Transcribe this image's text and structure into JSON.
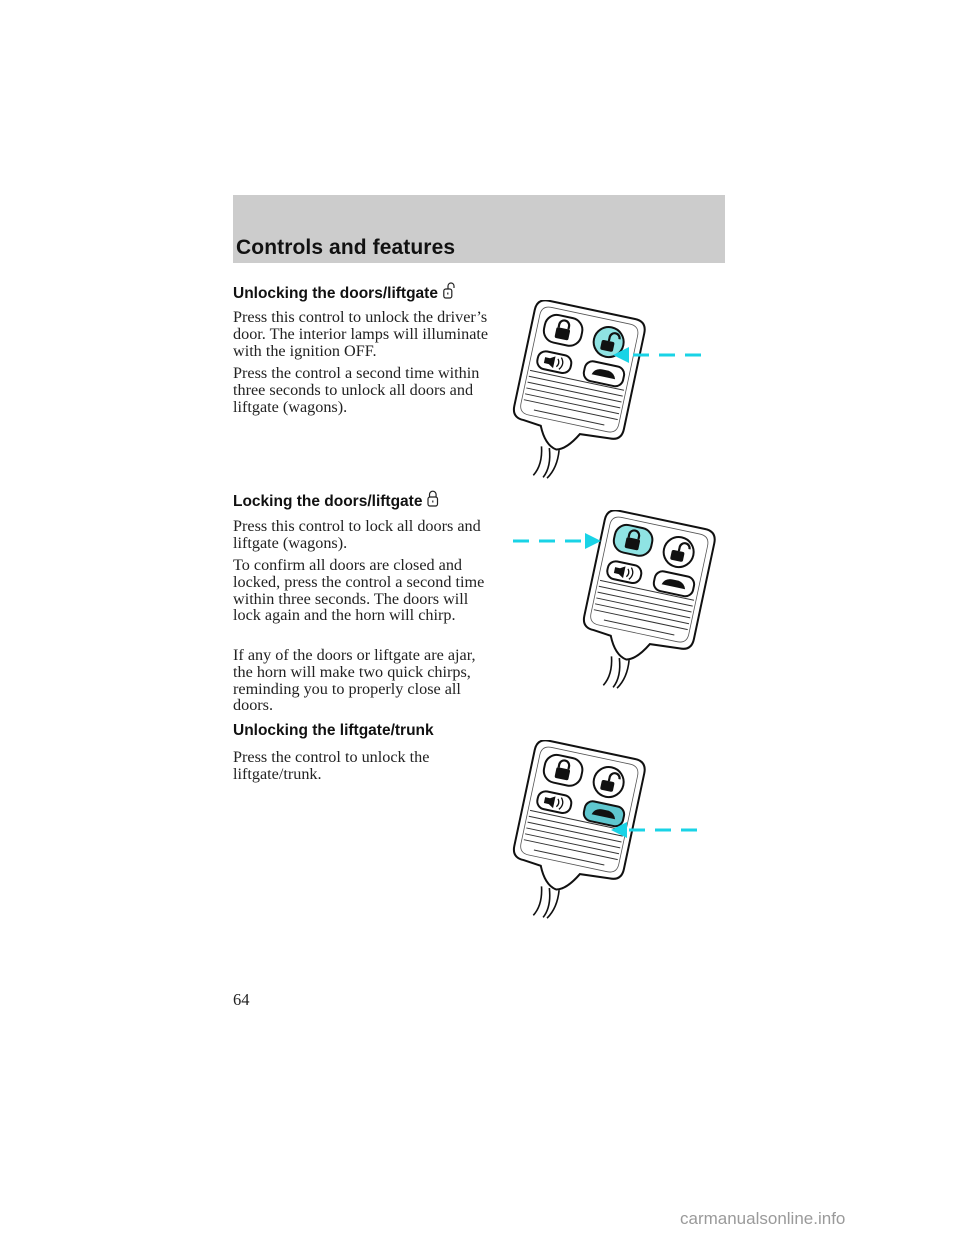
{
  "header": {
    "title": "Controls and features"
  },
  "sections": [
    {
      "heading": "Unlocking the doors/liftgate",
      "heading_icon": "unlock-padlock-icon",
      "paragraphs": [
        "Press this control to unlock the driver’s door. The interior lamps will illuminate with the ignition OFF.",
        "Press the control a second time within three seconds to unlock all doors and liftgate (wagons)."
      ],
      "illustration": {
        "highlighted_button": "unlock",
        "arrow_from": "right"
      }
    },
    {
      "heading": "Locking the doors/liftgate",
      "heading_icon": "lock-padlock-icon",
      "paragraphs": [
        "Press this control to lock all doors and liftgate (wagons).",
        "To confirm all doors are closed and locked, press the control a second time within three seconds. The doors will lock again and the horn will chirp.",
        "If any of the doors or liftgate are ajar, the horn will make two quick chirps, reminding you to properly close all doors."
      ],
      "illustration": {
        "highlighted_button": "lock",
        "arrow_from": "left"
      }
    },
    {
      "heading": "Unlocking the liftgate/trunk",
      "paragraphs": [
        "Press the control to unlock the liftgate/trunk."
      ],
      "illustration": {
        "highlighted_button": "trunk",
        "arrow_from": "right"
      }
    }
  ],
  "page_number": "64",
  "watermark": "carmanualsonline.info",
  "colors": {
    "header_band": "#cccccc",
    "highlight": "#8fe3e3",
    "arrow": "#19d3e6"
  }
}
